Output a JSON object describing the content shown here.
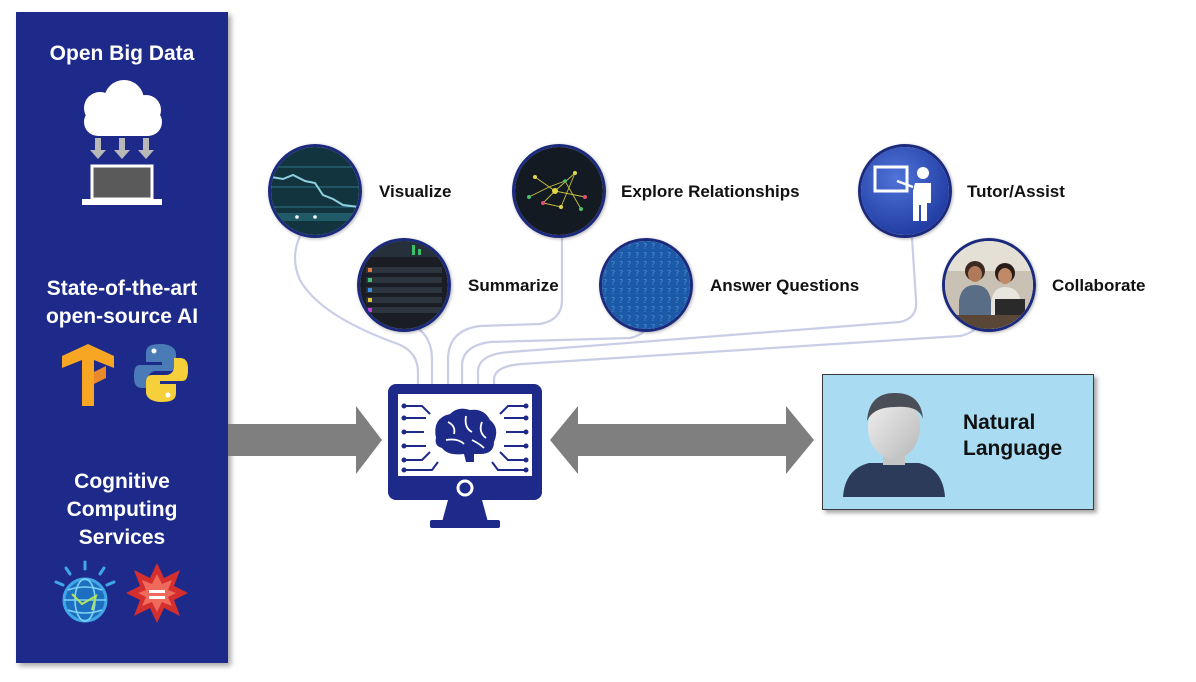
{
  "left_panel": {
    "open_big_data": "Open Big Data",
    "ai_heading": [
      "State-of-the-art",
      "open-source AI"
    ],
    "cognitive_heading": [
      "Cognitive",
      "Computing",
      "Services"
    ]
  },
  "capabilities": [
    {
      "label": "Visualize",
      "icon": "chart-thumbnail"
    },
    {
      "label": "Explore Relationships",
      "icon": "network-graph-thumbnail"
    },
    {
      "label": "Tutor/Assist",
      "icon": "teacher-icon"
    },
    {
      "label": "Summarize",
      "icon": "table-thumbnail"
    },
    {
      "label": "Answer Questions",
      "icon": "question-marks-thumbnail"
    },
    {
      "label": "Collaborate",
      "icon": "people-photo-thumbnail"
    }
  ],
  "natural_language": {
    "line1": "Natural",
    "line2": "Language"
  },
  "colors": {
    "panel": "#1e2a8a",
    "arrow": "#7f7f7f",
    "nl_box": "#a9dcf3",
    "connector": "#c9cde6"
  }
}
